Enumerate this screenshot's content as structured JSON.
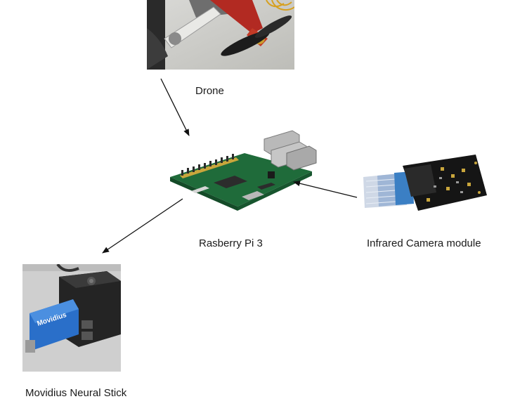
{
  "nodes": {
    "drone": {
      "label": "Drone"
    },
    "raspberry_pi": {
      "label": "Rasberry Pi 3"
    },
    "camera": {
      "label": "Infrared Camera module"
    },
    "neural_stick": {
      "label": "Movidius Neural Stick",
      "stick_text": "Movidius"
    }
  }
}
